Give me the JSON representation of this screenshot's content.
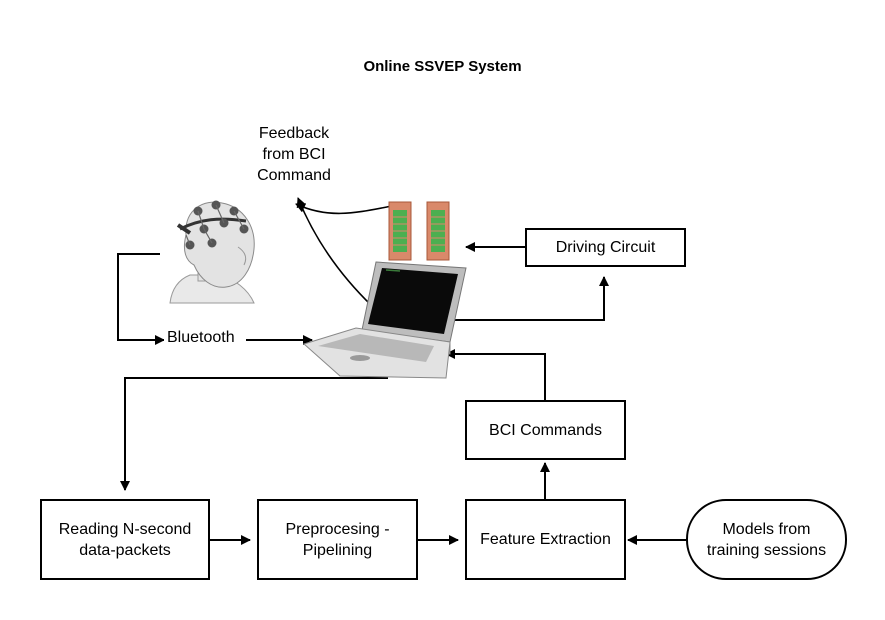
{
  "title": "Online SSVEP System",
  "nodes": {
    "feedback": "Feedback\nfrom BCI\nCommand",
    "driving_circuit": "Driving Circuit",
    "bluetooth": "Bluetooth",
    "bci_commands": "BCI Commands",
    "reading": "Reading N-second\ndata-packets",
    "preprocessing": "Preprocesing -\nPipelining",
    "feature_extraction": "Feature Extraction",
    "models": "Models from\ntraining sessions"
  },
  "images": {
    "head": "eeg-headset-icon",
    "laptop": "laptop-icon",
    "led_panels": "led-stimulus-panel-icon"
  },
  "colors": {
    "stroke": "#000000",
    "panel_frame": "#d9896a",
    "panel_led": "#4caf50",
    "screen": "#0a0a0a"
  }
}
